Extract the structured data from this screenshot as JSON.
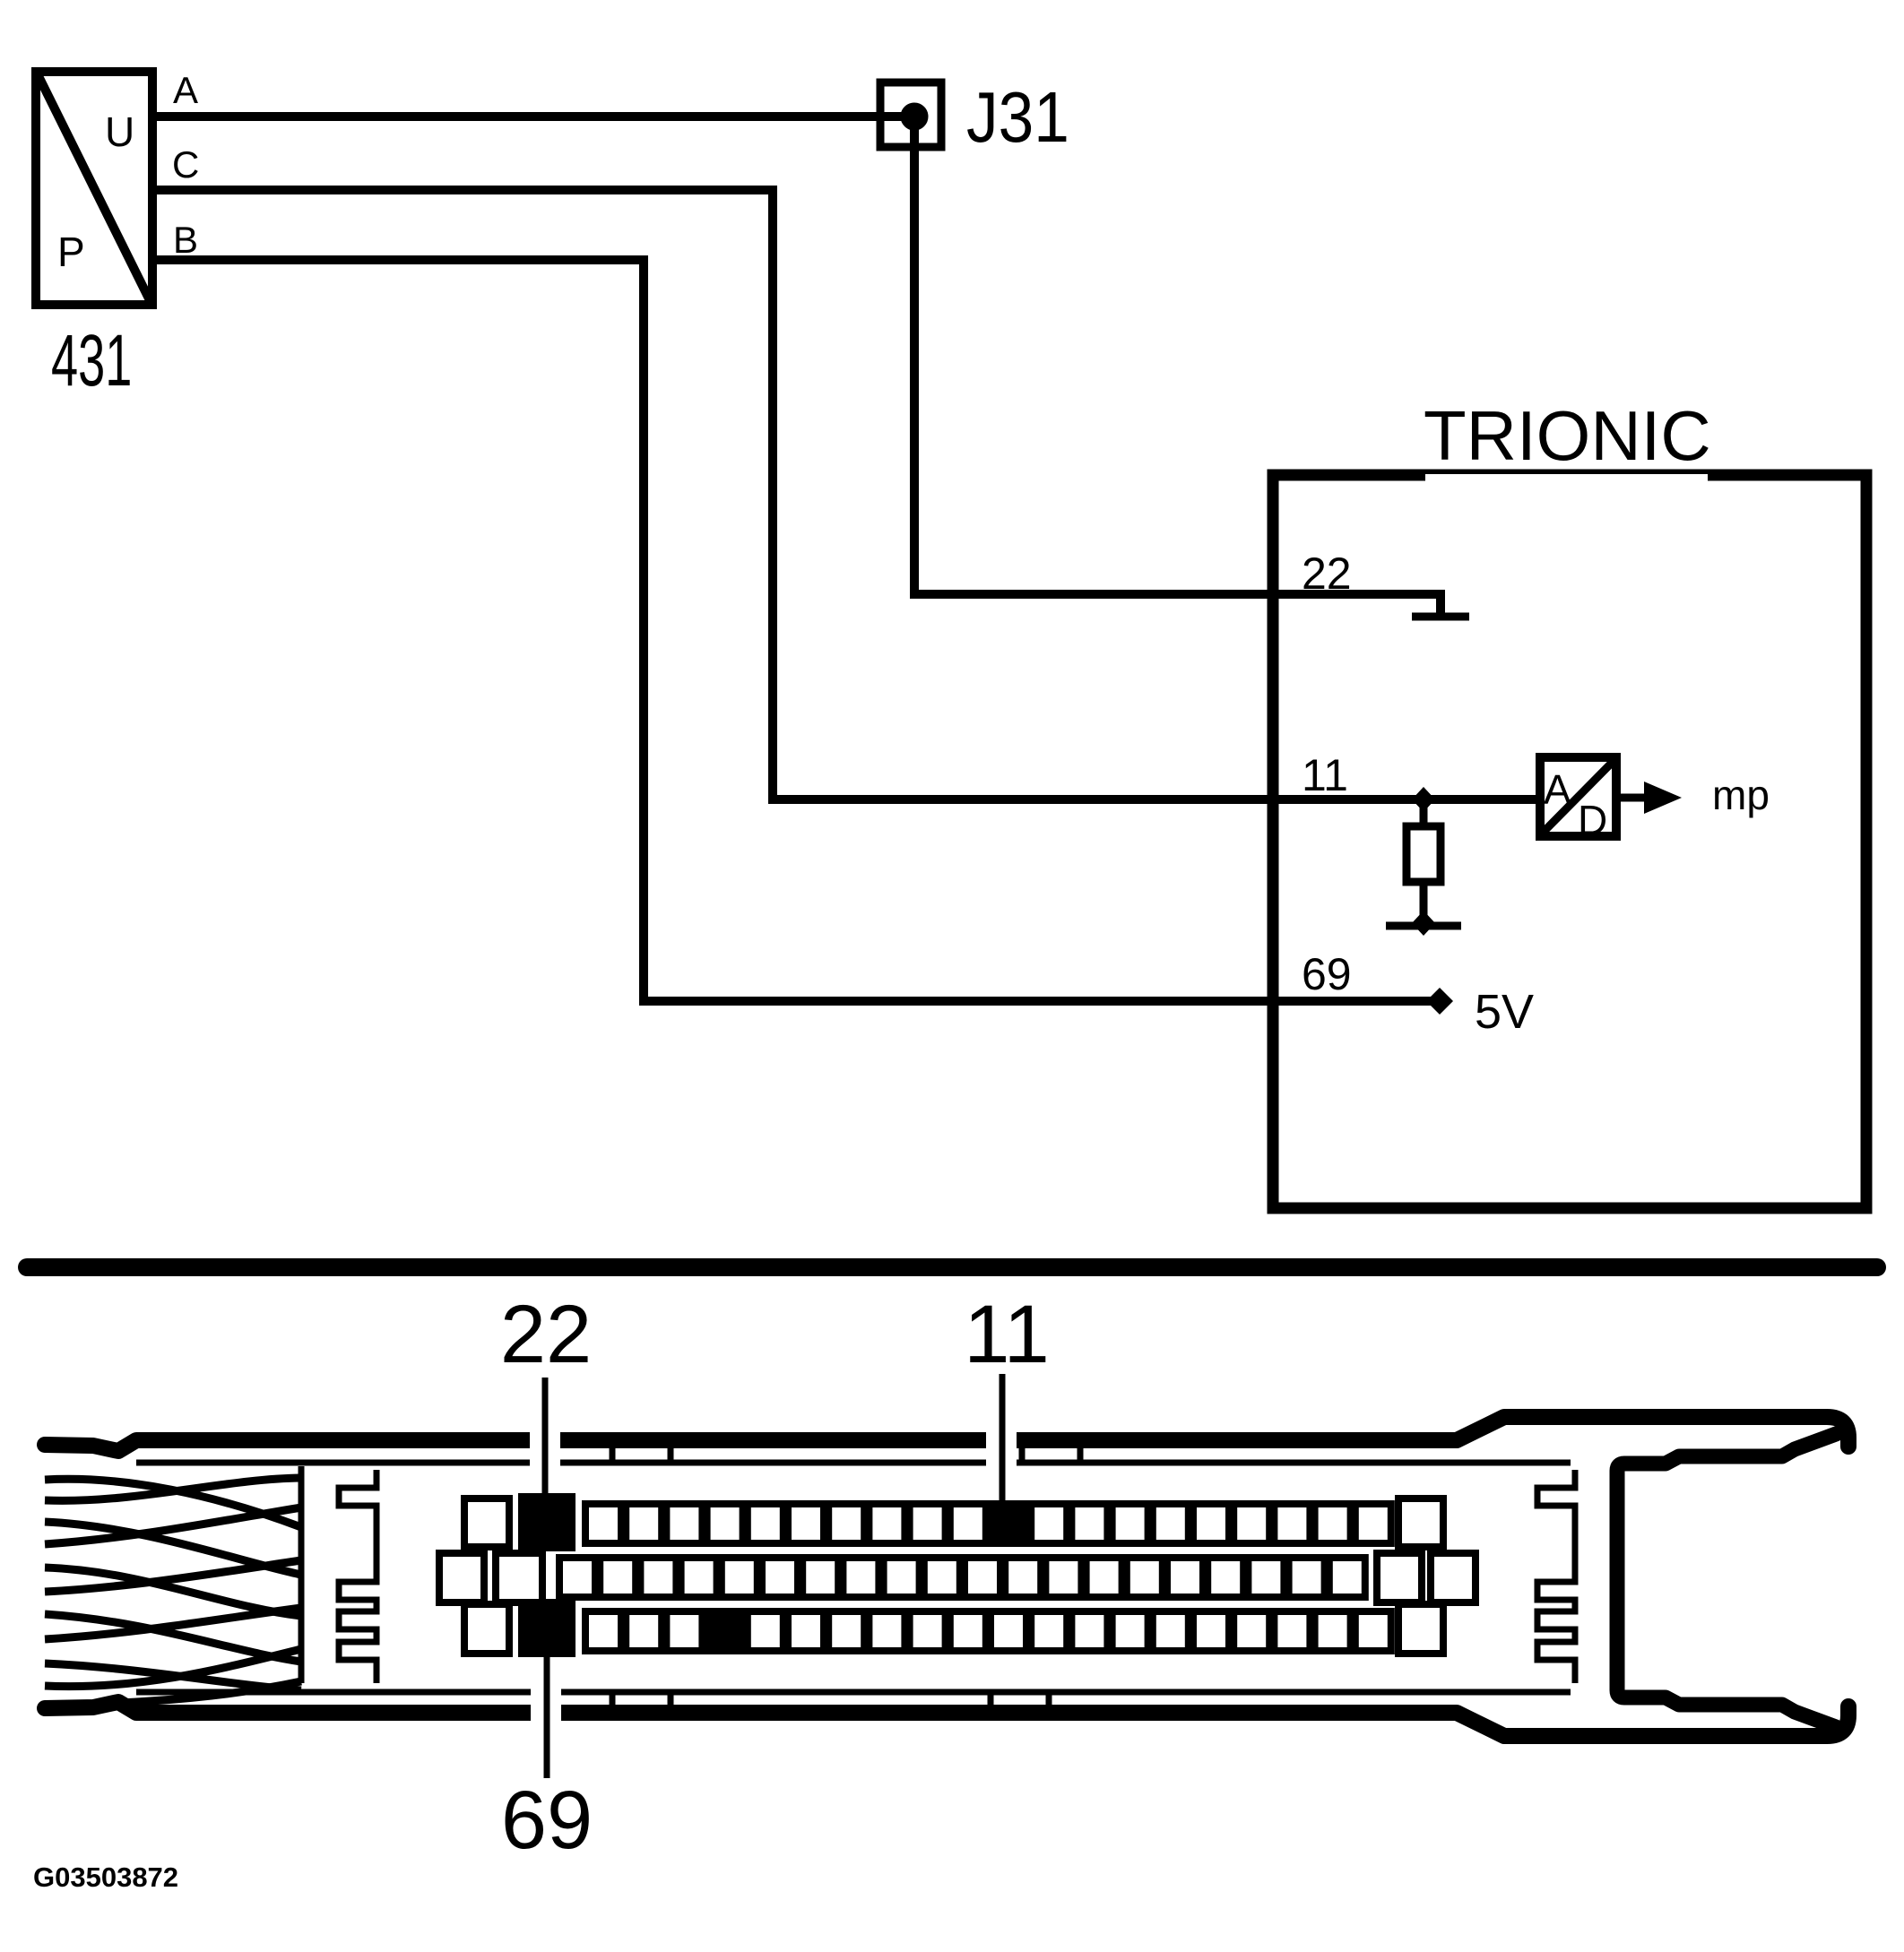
{
  "page": {
    "background": "#ffffff",
    "ink": "#000000"
  },
  "sensor": {
    "id_label": "431",
    "symbol_top": "U",
    "symbol_bottom": "P",
    "pin_a": "A",
    "pin_c": "C",
    "pin_b": "B"
  },
  "junction": {
    "label": "J31"
  },
  "ecu": {
    "title": "TRIONIC",
    "pin_22": "22",
    "pin_11": "11",
    "pin_69": "69",
    "ad_top": "A",
    "ad_bottom": "D",
    "processor_label": "mp",
    "supply_label": "5V"
  },
  "connector": {
    "label_22": "22",
    "label_11": "11",
    "label_69": "69",
    "rows": [
      {
        "big_y": 1672,
        "big_h": 54,
        "series_y": 1678,
        "series_h": 44,
        "left_big": [
          {
            "x": 518,
            "w": 50,
            "filled": false
          },
          {
            "x": 582,
            "w": 56,
            "y": 1670,
            "h": 57,
            "filled": true
          }
        ],
        "series": {
          "x0": 653,
          "pitch": 45.2,
          "w": 40,
          "count": 20,
          "filled": [
            10
          ]
        },
        "right_big": [
          {
            "x": 1560,
            "w": 50,
            "filled": false
          }
        ]
      },
      {
        "big_y": 1733,
        "big_h": 55,
        "series_y": 1738,
        "series_h": 44,
        "left_big": [
          {
            "x": 490,
            "w": 50,
            "filled": false
          },
          {
            "x": 553,
            "w": 52,
            "filled": false
          }
        ],
        "series": {
          "x0": 624,
          "pitch": 45.2,
          "w": 40,
          "count": 20,
          "filled": []
        },
        "right_big": [
          {
            "x": 1536,
            "w": 50,
            "filled": false
          },
          {
            "x": 1596,
            "w": 50,
            "filled": false
          }
        ]
      },
      {
        "big_y": 1790,
        "big_h": 55,
        "series_y": 1798,
        "series_h": 44,
        "left_big": [
          {
            "x": 518,
            "w": 50,
            "filled": false
          },
          {
            "x": 582,
            "w": 56,
            "y": 1788,
            "h": 57,
            "filled": true
          }
        ],
        "series": {
          "x0": 653,
          "pitch": 45.2,
          "w": 40,
          "count": 20,
          "filled": [
            3
          ]
        },
        "right_big": [
          {
            "x": 1560,
            "w": 50,
            "filled": false
          }
        ]
      }
    ]
  },
  "footer": {
    "doc_id": "G03503872"
  }
}
